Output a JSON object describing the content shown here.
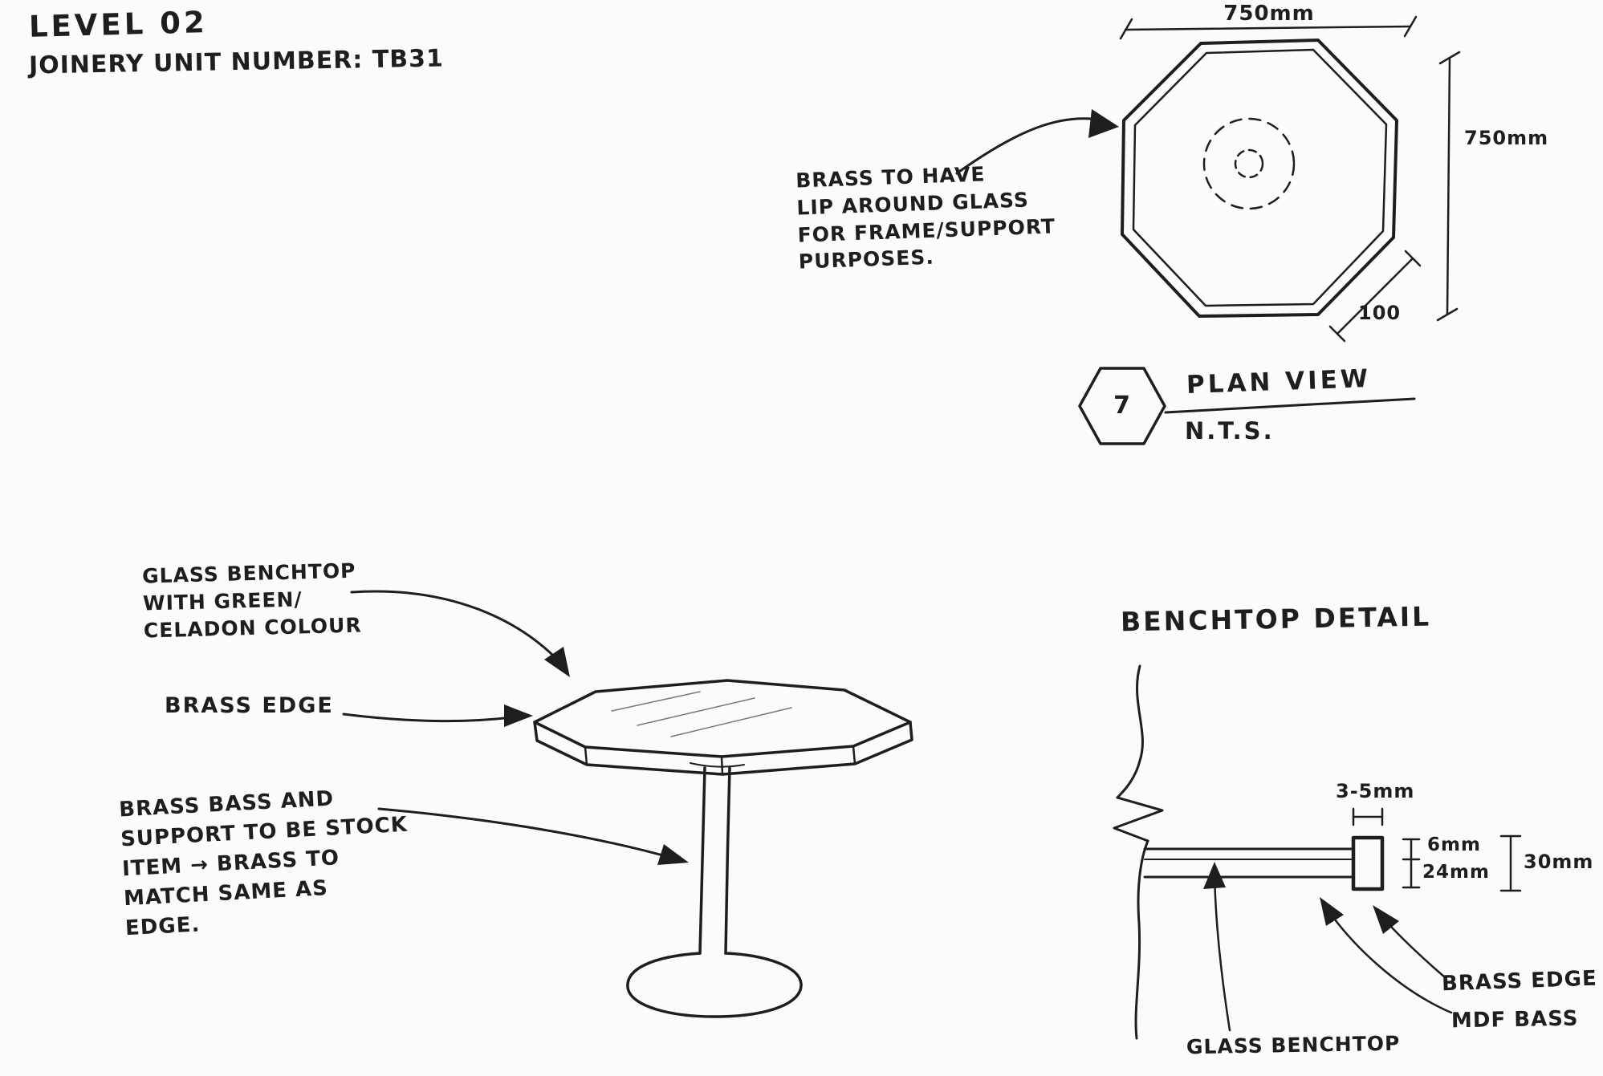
{
  "page": {
    "background_color": "#fbfbf9",
    "ink_color": "#1e1e1e"
  },
  "header": {
    "line1": "LEVEL 02",
    "line2": "JOINERY UNIT NUMBER: TB31"
  },
  "plan": {
    "note": "BRASS TO HAVE\nLIP AROUND GLASS\nFOR FRAME/SUPPORT\nPURPOSES.",
    "dim_top": "750mm",
    "dim_right": "750mm",
    "dim_corner": "100",
    "symbol_number": "7",
    "title": "PLAN VIEW",
    "scale": "N.T.S."
  },
  "table_sketch": {
    "note_glass": "GLASS BENCHTOP\nWITH GREEN/\nCELADON COLOUR",
    "note_edge": "BRASS EDGE",
    "note_base": "BRASS BASS AND\nSUPPORT TO BE STOCK\nITEM → BRASS TO\nMATCH SAME AS\nEDGE."
  },
  "detail": {
    "title": "BENCHTOP DETAIL",
    "dim_lip": "3-5mm",
    "dim_glass": "6mm",
    "dim_mdf": "24mm",
    "dim_total": "30mm",
    "label_brass_edge": "BRASS EDGE",
    "label_mdf": "MDF BASS",
    "label_glass": "GLASS BENCHTOP"
  }
}
